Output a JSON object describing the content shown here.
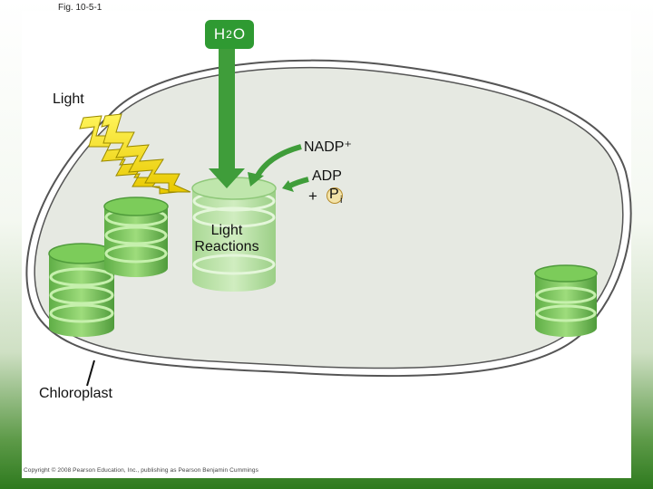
{
  "figure_label": "Fig. 10-5-1",
  "water": {
    "main": "H",
    "sub": "2",
    "tail": "O"
  },
  "light_label": "Light",
  "nadp_label": "NADP⁺",
  "adp_label": "ADP",
  "plus_label": "+",
  "pi": {
    "letter": "P",
    "sub": "i"
  },
  "reactions_label_line1": "Light",
  "reactions_label_line2": "Reactions",
  "chloroplast_label": "Chloroplast",
  "copyright": "Copyright © 2008 Pearson Education, Inc., publishing as Pearson Benjamin Cummings",
  "colors": {
    "water_green": "#2f9a32",
    "stroma": "#e6e9e2",
    "grana": "#8bd06a",
    "lightning": "#f6ea1c"
  }
}
